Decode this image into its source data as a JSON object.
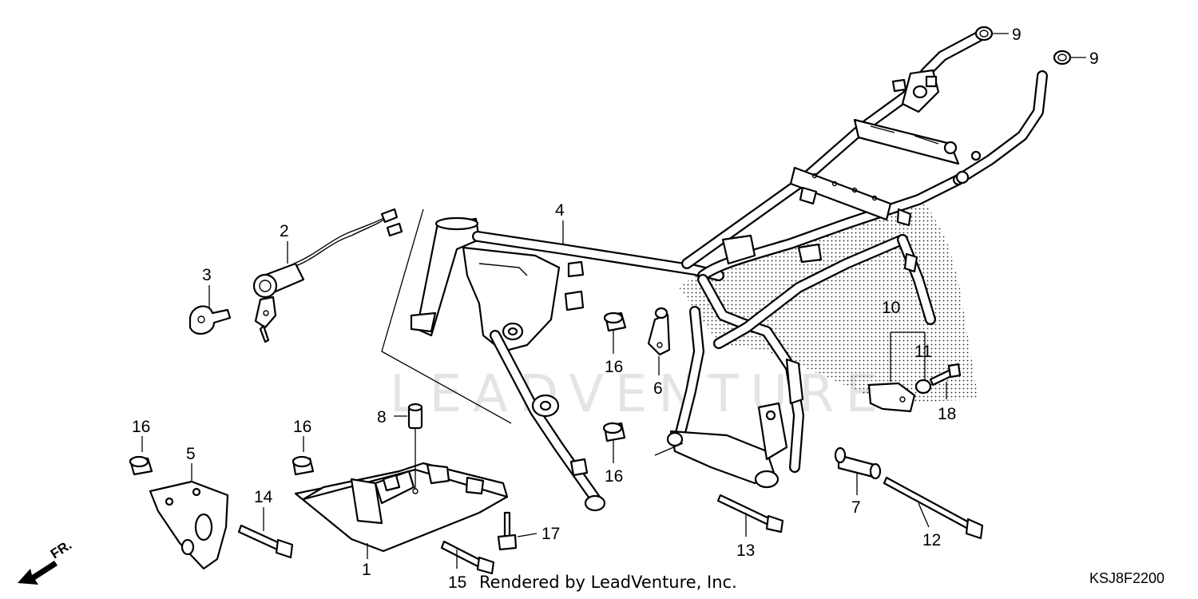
{
  "diagram": {
    "callouts": [
      {
        "id": "1",
        "text": "1"
      },
      {
        "id": "2",
        "text": "2"
      },
      {
        "id": "3",
        "text": "3"
      },
      {
        "id": "4",
        "text": "4"
      },
      {
        "id": "5",
        "text": "5"
      },
      {
        "id": "6",
        "text": "6"
      },
      {
        "id": "7",
        "text": "7"
      },
      {
        "id": "8",
        "text": "8"
      },
      {
        "id": "9a",
        "text": "9"
      },
      {
        "id": "9b",
        "text": "9"
      },
      {
        "id": "10",
        "text": "10"
      },
      {
        "id": "11",
        "text": "11"
      },
      {
        "id": "12",
        "text": "12"
      },
      {
        "id": "13",
        "text": "13"
      },
      {
        "id": "14",
        "text": "14"
      },
      {
        "id": "15",
        "text": "15"
      },
      {
        "id": "16a",
        "text": "16"
      },
      {
        "id": "16b",
        "text": "16"
      },
      {
        "id": "16c",
        "text": "16"
      },
      {
        "id": "16d",
        "text": "16"
      },
      {
        "id": "17",
        "text": "17"
      },
      {
        "id": "18",
        "text": "18"
      }
    ],
    "direction_label": "FR.",
    "watermark": "LEADVENTURE",
    "credit": "Rendered by LeadVenture, Inc.",
    "diagram_code": "KSJ8F2200"
  }
}
